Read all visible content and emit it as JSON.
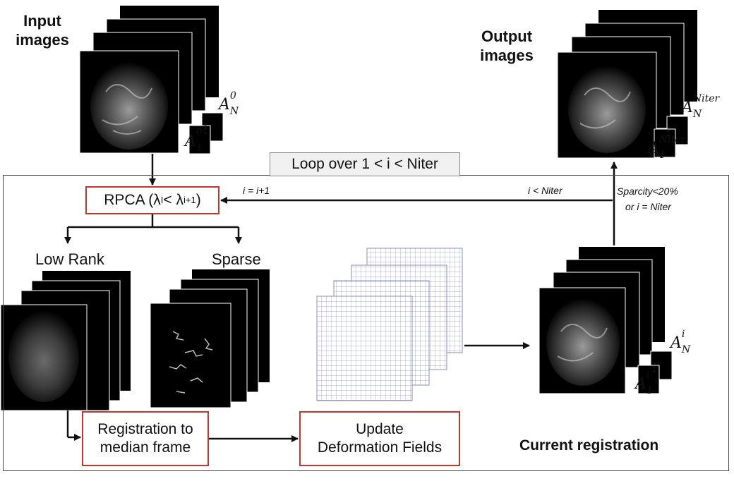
{
  "input": {
    "title_line1": "Input",
    "title_line2": "images",
    "label_n_base": "A",
    "label_n_sup": "0",
    "label_n_sub": "N",
    "label_1_base": "A",
    "label_1_sup": "0",
    "label_1_sub": "1"
  },
  "output": {
    "title_line1": "Output",
    "title_line2": "images",
    "label_n_base": "A",
    "label_n_sup": "Niter",
    "label_n_sub": "N",
    "label_1_base": "A",
    "label_1_sup": "Niter",
    "label_1_sub": "1"
  },
  "loop": {
    "label": "Loop over 1 < i < Niter"
  },
  "rpca": {
    "label": "RPCA (λ",
    "sub1": "I",
    "mid": " < λ",
    "sub2": "i+1",
    "end": ")"
  },
  "low_rank": {
    "label": "Low Rank"
  },
  "sparse": {
    "label": "Sparse"
  },
  "registration": {
    "line1": "Registration to",
    "line2": "median frame"
  },
  "update": {
    "line1": "Update",
    "line2": "Deformation Fields"
  },
  "current": {
    "label": "Current registration",
    "label_n_base": "A",
    "label_n_sup": "i",
    "label_n_sub": "N",
    "label_1_base": "A",
    "label_1_sup": "i",
    "label_1_sub": "1"
  },
  "edges": {
    "increment": "i = i+1",
    "condition": "i < Niter",
    "stop_line1": "Sparcity<20%",
    "stop_line2": "or i = Niter"
  },
  "colors": {
    "red_box": "#c0392b",
    "grid_line": "#8a8fc0",
    "image_bg": "#000000"
  }
}
